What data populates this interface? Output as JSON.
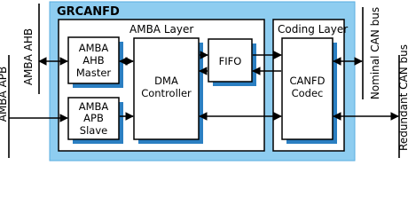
{
  "diagram": {
    "title": "GRCANFD",
    "amba_layer": "AMBA Layer",
    "coding_layer": "Coding Layer",
    "ahb_bus": "AMBA AHB",
    "apb_bus": "AMBA APB",
    "ahb_master": [
      "AMBA",
      "AHB",
      "Master"
    ],
    "apb_slave": [
      "AMBA",
      "APB",
      "Slave"
    ],
    "dma": [
      "DMA",
      "Controller"
    ],
    "fifo": "FIFO",
    "codec": [
      "CANFD",
      "Codec"
    ],
    "nominal_bus": "Nominal CAN bus",
    "redundant_bus": "Redundant CAN bus"
  },
  "colors": {
    "outer_fill": "#8ecdf0",
    "shadow": "#2b7fc2"
  }
}
